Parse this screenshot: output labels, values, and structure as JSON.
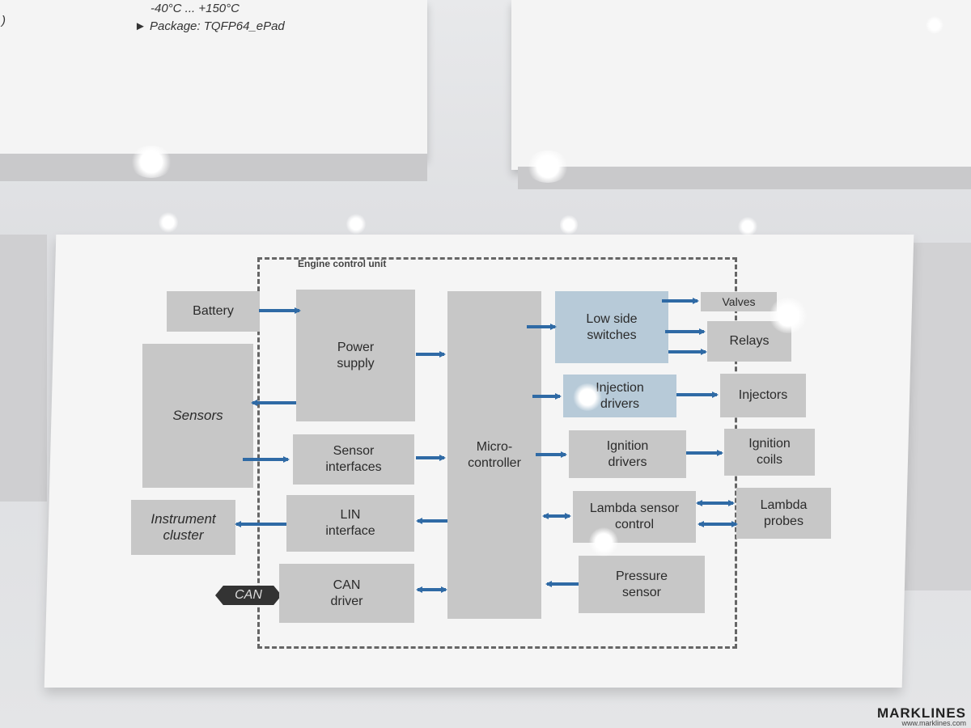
{
  "top_board": {
    "spec_temp": "-40°C ... +150°C",
    "spec_package": "► Package: TQFP64_ePad",
    "spec_partial": ")"
  },
  "diagram": {
    "ecu_label": "Engine control unit",
    "external_left": {
      "battery": "Battery",
      "sensors": "Sensors",
      "instrument_cluster": "Instrument\ncluster",
      "can_tag": "CAN"
    },
    "ecu_left": {
      "power_supply": "Power\nsupply",
      "sensor_interfaces": "Sensor\ninterfaces",
      "lin_interface": "LIN\ninterface",
      "can_driver": "CAN\ndriver"
    },
    "microcontroller": "Micro-\ncontroller",
    "ecu_right": {
      "low_side_switches": "Low side\nswitches",
      "injection_drivers": "Injection\ndrivers",
      "ignition_drivers": "Ignition\ndrivers",
      "lambda_sensor_control": "Lambda sensor\ncontrol",
      "pressure_sensor": "Pressure\nsensor"
    },
    "external_right": {
      "valves": "Valves",
      "relays": "Relays",
      "injectors": "Injectors",
      "ignition_coils": "Ignition\ncoils",
      "lambda_probes": "Lambda\nprobes"
    },
    "colors": {
      "block": "#c7c7c7",
      "block_highlight": "#b7cad8",
      "arrow": "#2f6aa5"
    }
  },
  "watermark": {
    "brand": "MARKLINES",
    "url": "www.marklines.com"
  }
}
